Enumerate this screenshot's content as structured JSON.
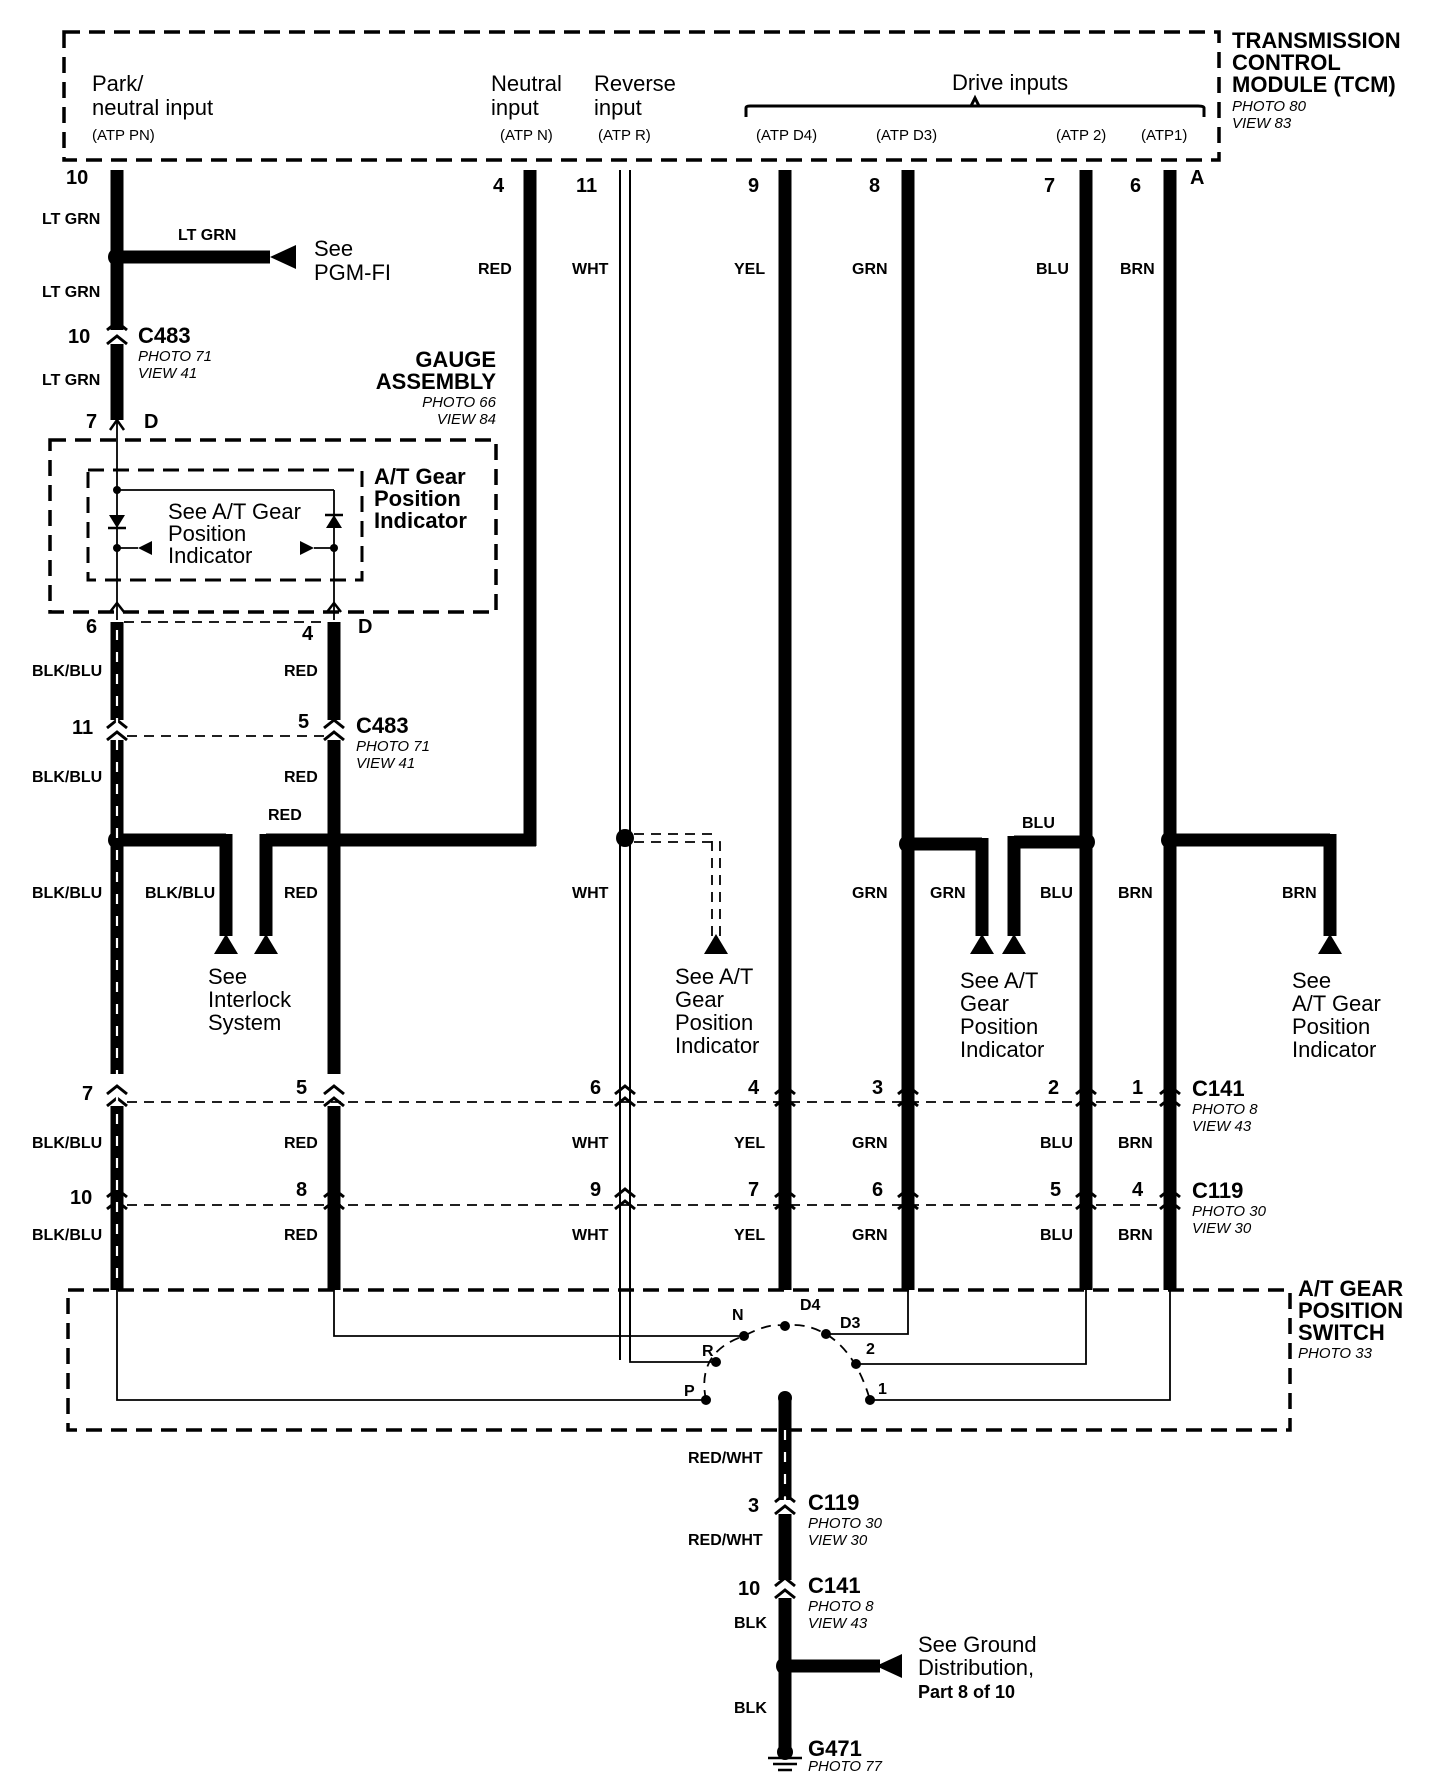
{
  "tcm": {
    "title": [
      "TRANSMISSION",
      "CONTROL",
      "MODULE (TCM)"
    ],
    "photo": "PHOTO 80",
    "view": "VIEW 83",
    "connector": "A",
    "inputs": {
      "park_neutral": [
        "Park/",
        "neutral input"
      ],
      "park_neutral_code": "(ATP PN)",
      "neutral": [
        "Neutral",
        "input"
      ],
      "neutral_code": "(ATP N)",
      "reverse": [
        "Reverse",
        "input"
      ],
      "reverse_code": "(ATP R)",
      "drive": "Drive inputs",
      "d4_code": "(ATP D4)",
      "d3_code": "(ATP D3)",
      "atp2_code": "(ATP 2)",
      "atp1_code": "(ATP1)"
    },
    "pins": [
      "10",
      "4",
      "11",
      "9",
      "8",
      "7",
      "6"
    ]
  },
  "wires": {
    "lt_grn": "LT GRN",
    "red": "RED",
    "wht": "WHT",
    "yel": "YEL",
    "grn": "GRN",
    "blu": "BLU",
    "brn": "BRN",
    "blk_blu": "BLK/BLU",
    "red_wht": "RED/WHT",
    "blk": "BLK"
  },
  "see_pgm_fi": [
    "See",
    "PGM-FI"
  ],
  "gauge": {
    "title": [
      "GAUGE",
      "ASSEMBLY"
    ],
    "photo": "PHOTO 66",
    "view": "VIEW 84",
    "pin_top": "7",
    "connector_top": "D",
    "pin_bl": "6",
    "pin_br": "4",
    "connector_bottom": "D",
    "indicator_label": [
      "A/T Gear",
      "Position",
      "Indicator"
    ],
    "see_indicator": [
      "See A/T Gear",
      "Position",
      "Indicator"
    ]
  },
  "c483": {
    "name": "C483",
    "photo": "PHOTO 71",
    "view": "VIEW 41",
    "pin_upper": "10",
    "pin_left": "11",
    "pin_right": "5"
  },
  "see_interlock": [
    "See",
    "Interlock",
    "System"
  ],
  "see_at_indicator": [
    "See A/T",
    "Gear",
    "Position",
    "Indicator"
  ],
  "see_at_indicator2": [
    "See",
    "A/T Gear",
    "Position",
    "Indicator"
  ],
  "c141": {
    "name": "C141",
    "photo": "PHOTO 8",
    "view": "VIEW 43",
    "pins": [
      "7",
      "5",
      "6",
      "4",
      "3",
      "2",
      "1"
    ],
    "pin_lower": "10"
  },
  "c119": {
    "name": "C119",
    "photo": "PHOTO 30",
    "view": "VIEW 30",
    "pins": [
      "10",
      "8",
      "9",
      "7",
      "6",
      "5",
      "4"
    ],
    "pin_lower": "3"
  },
  "switch": {
    "title": [
      "A/T GEAR",
      "POSITION",
      "SWITCH"
    ],
    "photo": "PHOTO 33",
    "positions": [
      "P",
      "R",
      "N",
      "D4",
      "D3",
      "2",
      "1"
    ]
  },
  "ground": {
    "see": [
      "See Ground",
      "Distribution,"
    ],
    "part": "Part 8 of 10",
    "name": "G471",
    "photo": "PHOTO 77"
  }
}
